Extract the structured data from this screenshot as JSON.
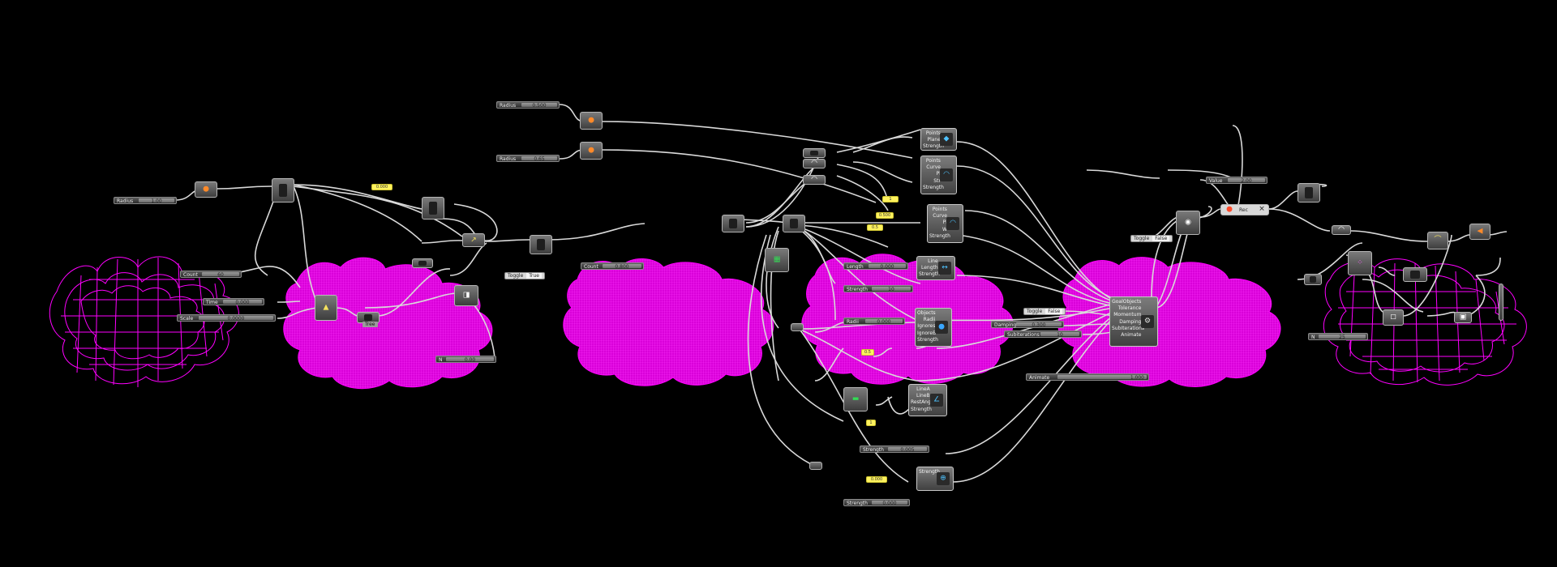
{
  "colors": {
    "background": "#000000",
    "mesh": "#ff00ff",
    "wire": "#d9d9d9",
    "panel": "#fff25e"
  },
  "sliders": {
    "radius1": {
      "label": "Radius",
      "value": "1.00"
    },
    "count1": {
      "label": "Count",
      "value": "60"
    },
    "time": {
      "label": "Time",
      "value": "0.000"
    },
    "scale": {
      "label": "Scale",
      "value": "0.0000"
    },
    "output1": {
      "label": "N",
      "value": "0.00"
    },
    "radius2": {
      "label": "Radius",
      "value": "0.500"
    },
    "radius3": {
      "label": "Radius",
      "value": "0.65"
    },
    "count2": {
      "label": "Count",
      "value": "0.800"
    },
    "toggle1": {
      "label": "Toggle",
      "value": "True"
    },
    "length1": {
      "label": "Length",
      "value": "0.000"
    },
    "strength1": {
      "label": "Strength",
      "value": "10"
    },
    "radii": {
      "label": "Radii",
      "value": "0.000"
    },
    "strength2": {
      "label": "Strength",
      "value": "0.005"
    },
    "strength3": {
      "label": "Strength",
      "value": "0.000"
    },
    "toggle2": {
      "label": "Toggle",
      "value": "False"
    },
    "subiter": {
      "label": "Subiterations",
      "value": "10"
    },
    "damping": {
      "label": "Damping",
      "value": "0.300"
    },
    "animate": {
      "label": "Animate",
      "value": "1,000"
    },
    "value": {
      "label": "Value",
      "value": "2.00"
    },
    "toggle3": {
      "label": "Toggle",
      "value": "False"
    },
    "output2": {
      "label": "N",
      "value": "25"
    }
  },
  "panels": {
    "p1": "0.000",
    "p2": "1",
    "p3": "0.500",
    "p4": "0.5",
    "p5": "0.5",
    "p6": "1",
    "p7": "1",
    "p8": "0.000"
  },
  "comp_labels": {
    "tree": "Tree",
    "rec": "Rec"
  },
  "components": {
    "points_plane": {
      "inputs": [
        "Points",
        "Plane",
        "Strength"
      ],
      "icon": "pin-icon"
    },
    "points_curve": {
      "inputs": [
        "Points",
        "Curve",
        "Pl",
        "Str",
        "Strength"
      ],
      "icon": "curve-icon"
    },
    "points_curve2": {
      "inputs": [
        "Points",
        "Curve",
        "Pl",
        "W",
        "Strength"
      ],
      "icon": "curve-icon"
    },
    "length_line": {
      "inputs": [
        "Line",
        "Length",
        "Strength"
      ],
      "icon": "line-icon"
    },
    "collide": {
      "inputs": [
        "Objects",
        "Radii",
        "Ignores",
        "IgnoreB",
        "Strength"
      ],
      "icon": "sphere-icon"
    },
    "angle": {
      "inputs": [
        "LineA",
        "LineB",
        "RestAngle",
        "Strength"
      ],
      "icon": "angle-icon"
    },
    "solver": {
      "inputs": [
        "GoalObjects",
        "Tolerance",
        "Momentum",
        "Damping",
        "SubIterations",
        "Animate"
      ],
      "icon": "solver-icon"
    },
    "anchor": {
      "inputs": [
        "",
        "",
        "Strength"
      ],
      "icon": "anchor-icon"
    }
  }
}
